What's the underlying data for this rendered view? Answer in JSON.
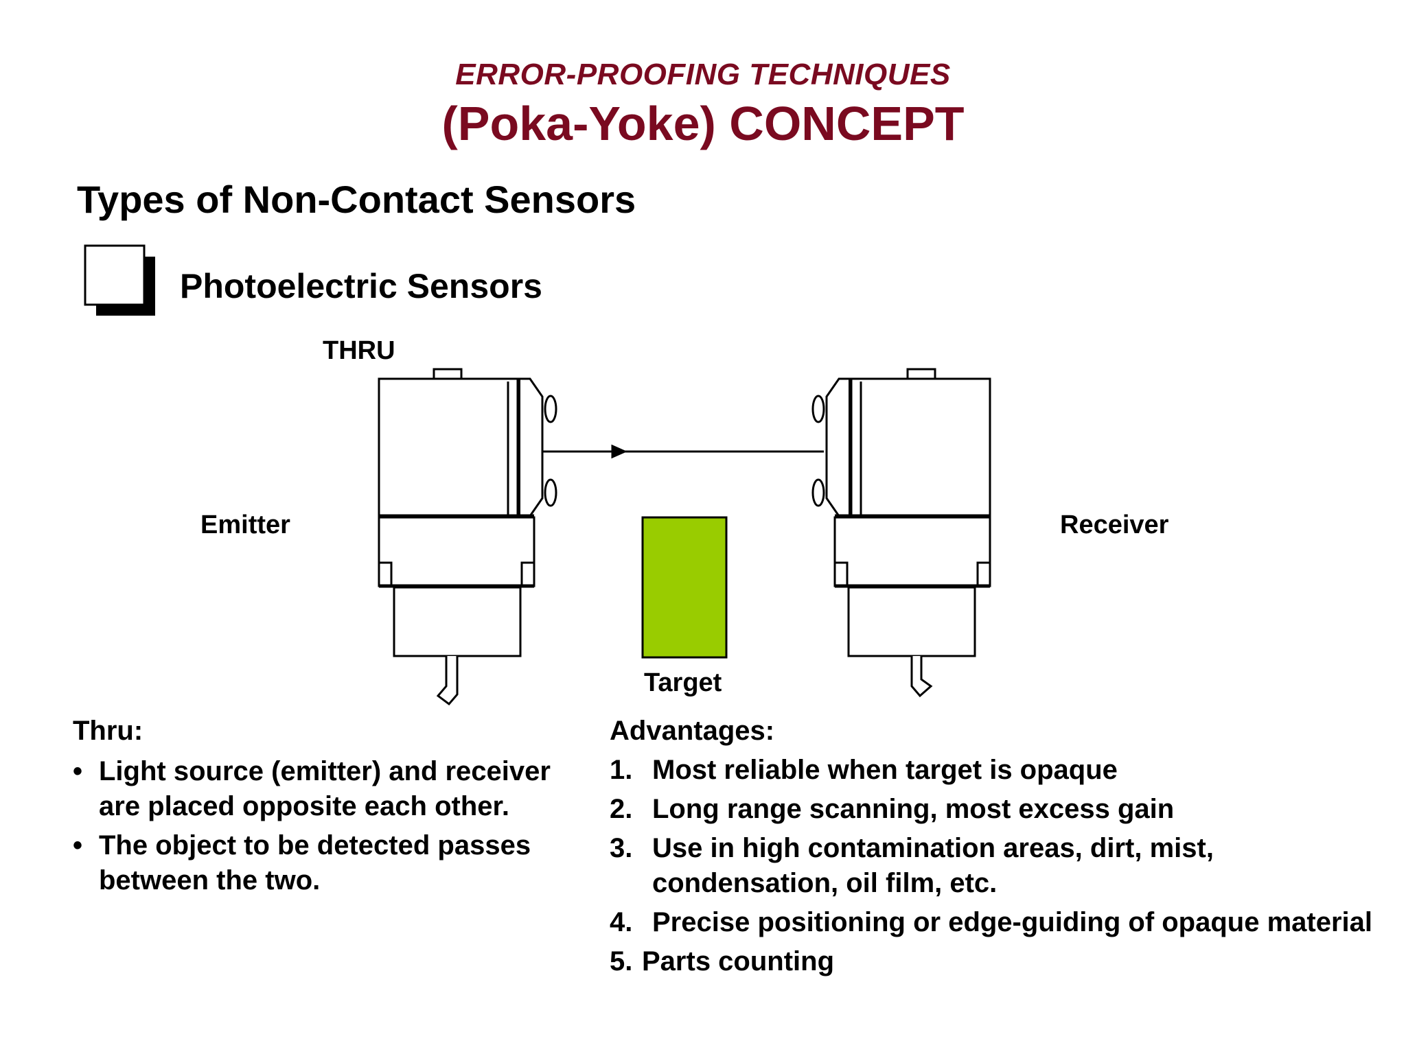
{
  "header": {
    "title_line1": "ERROR-PROOFING TECHNIQUES",
    "title_line2": "(Poka-Yoke) CONCEPT"
  },
  "section_title": "Types of Non-Contact Sensors",
  "subsection_title": "Photoelectric Sensors",
  "diagram": {
    "mode_label": "THRU",
    "emitter_label": "Emitter",
    "receiver_label": "Receiver",
    "target_label": "Target",
    "target_color": "#99cc00",
    "line_color": "#000000"
  },
  "thru": {
    "heading": "Thru:",
    "bullet_symbol": "•",
    "bullets": [
      "Light source (emitter) and receiver are placed opposite each other.",
      "The object to be detected passes between the two."
    ]
  },
  "advantages": {
    "heading": "Advantages:",
    "items": [
      {
        "num": "1.",
        "text": "Most reliable when target is opaque"
      },
      {
        "num": "2.",
        "text": "Long range scanning, most excess gain"
      },
      {
        "num": "3.",
        "text": "Use in high contamination areas, dirt, mist, condensation, oil film, etc."
      },
      {
        "num": "4.",
        "text": "Precise positioning or edge-guiding of opaque material"
      },
      {
        "num": "5.",
        "text": "Parts counting"
      }
    ]
  },
  "colors": {
    "title": "#7a0a20",
    "text": "#000000",
    "background": "#ffffff"
  }
}
